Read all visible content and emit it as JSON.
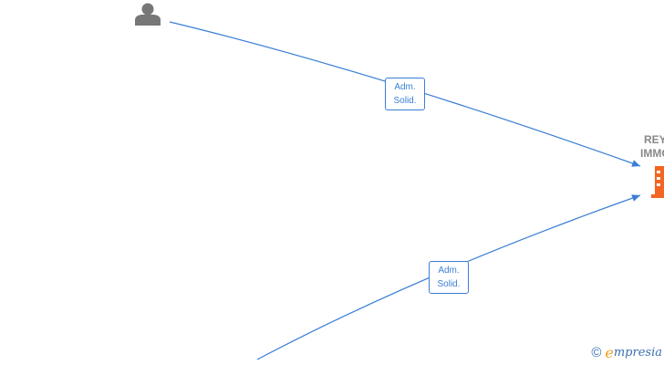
{
  "diagram": {
    "edges": [
      {
        "id": "edge-person-company",
        "label_line1": "Adm.",
        "label_line2": "Solid."
      },
      {
        "id": "edge-bottom-company",
        "label_line1": "Adm.",
        "label_line2": "Solid."
      }
    ],
    "company": {
      "name_line1": "REY",
      "name_line2": "IMMO",
      "icon": "building-icon"
    },
    "person": {
      "icon": "person-icon"
    },
    "colors": {
      "edge": "#3a7fd5",
      "person": "#777777",
      "building": "#f26522",
      "name": "#888888"
    }
  },
  "watermark": {
    "copyright": "©",
    "brand_initial": "e",
    "brand_rest": "mpresia"
  }
}
